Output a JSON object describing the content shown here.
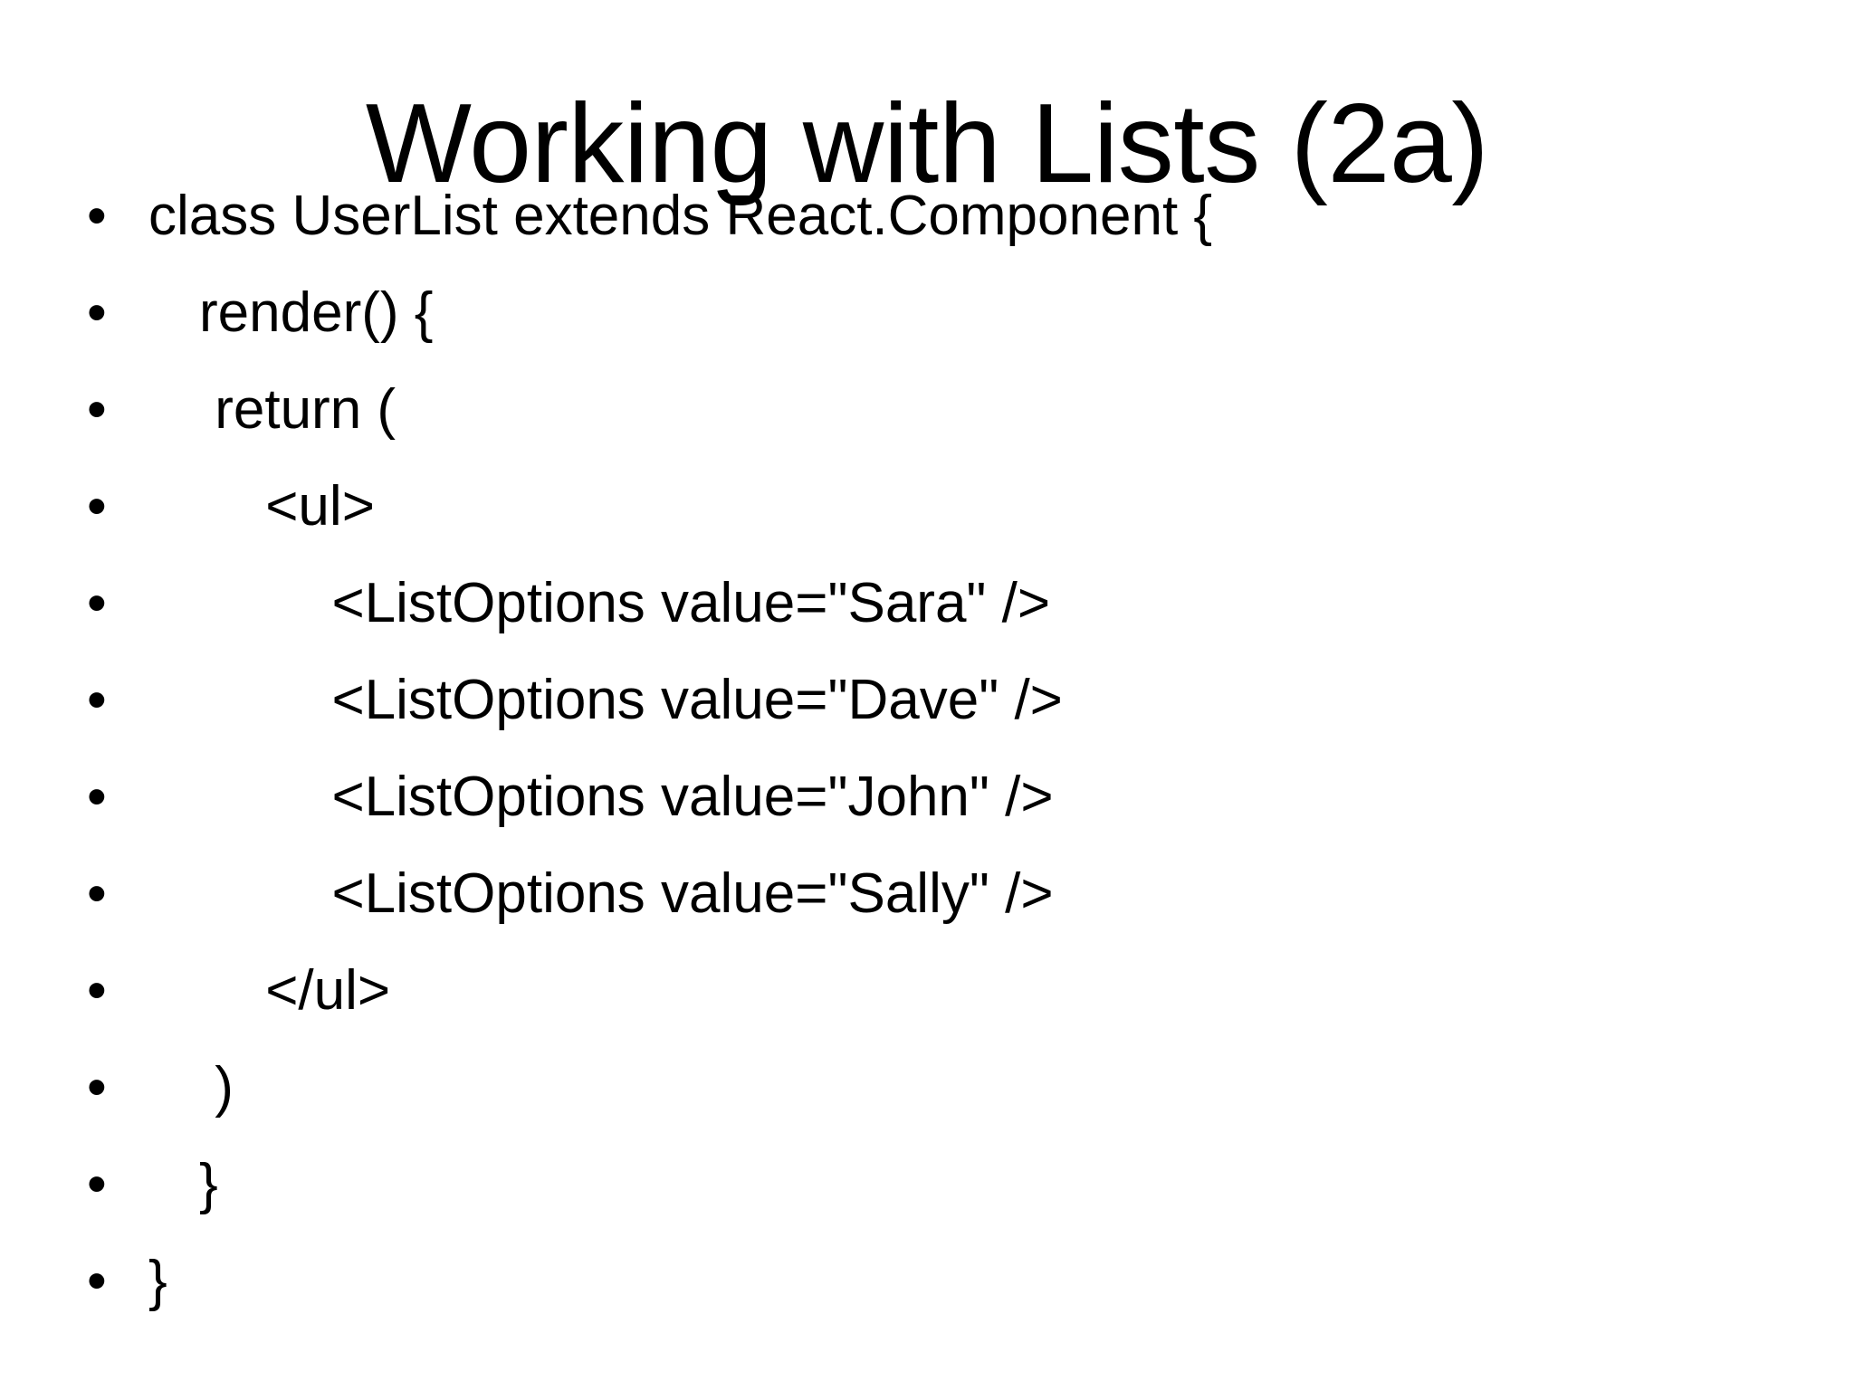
{
  "slide": {
    "title": "Working with Lists (2a)",
    "bullet_glyph": "•",
    "text_color": "#000000",
    "background_color": "#ffffff",
    "lines": [
      {
        "indent": 0,
        "text": "class UserList extends React.Component {"
      },
      {
        "indent": 1,
        "text": "render() {"
      },
      {
        "indent": 1,
        "text": " return ("
      },
      {
        "indent": 2,
        "text": " <ul>"
      },
      {
        "indent": 3,
        "text": "  <ListOptions value=\"Sara\" />"
      },
      {
        "indent": 3,
        "text": "  <ListOptions value=\"Dave\" />"
      },
      {
        "indent": 3,
        "text": "  <ListOptions value=\"John\" />"
      },
      {
        "indent": 3,
        "text": "  <ListOptions value=\"Sally\" />"
      },
      {
        "indent": 2,
        "text": " </ul>"
      },
      {
        "indent": 1,
        "text": " )"
      },
      {
        "indent": 1,
        "text": "}"
      },
      {
        "indent": 0,
        "text": "}"
      }
    ]
  }
}
